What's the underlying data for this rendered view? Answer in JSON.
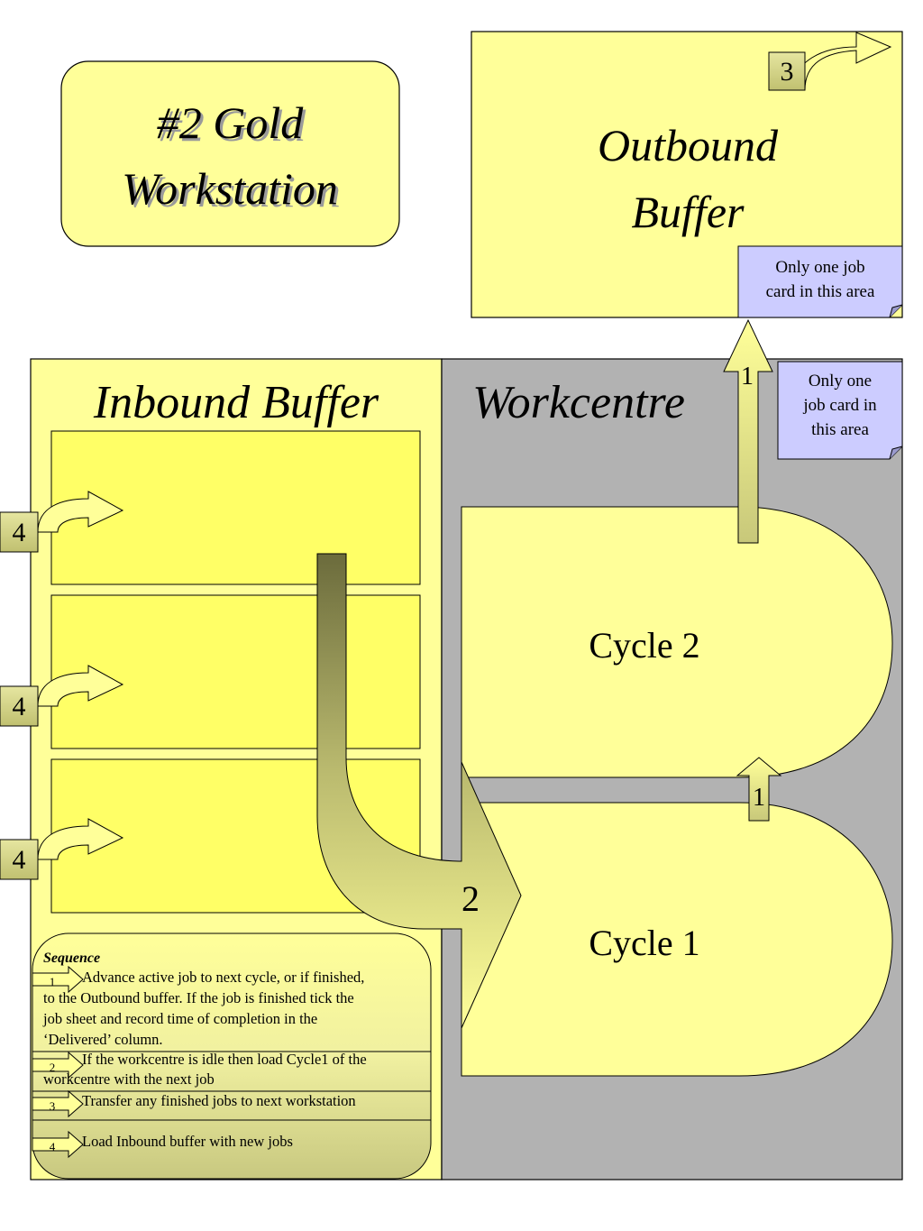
{
  "title_box": {
    "line1": "#2  Gold",
    "line2": "Workstation"
  },
  "outbound": {
    "line1": "Outbound",
    "line2": "Buffer",
    "arrow_label": "3"
  },
  "notes": {
    "outbound": {
      "line1": "Only one job",
      "line2": "card in this area"
    },
    "workcentre": {
      "line1": "Only one",
      "line2": "job card in",
      "line3": "this area"
    }
  },
  "inbound": {
    "heading": "Inbound Buffer",
    "arrow_labels": [
      "4",
      "4",
      "4"
    ]
  },
  "workcentre": {
    "heading": "Workcentre"
  },
  "cycles": {
    "cycle2": "Cycle 2",
    "cycle1": "Cycle 1"
  },
  "arrows": {
    "to_outbound": "1",
    "cycle1_to_cycle2": "1",
    "load": "2"
  },
  "sequence": {
    "title": "Sequence",
    "steps": [
      {
        "num": "1",
        "lines": [
          "Advance active job to next cycle, or if finished,",
          "to the Outbound buffer.  If the job is finished tick the",
          "job sheet and record time of completion in the",
          "‘Delivered’ column."
        ]
      },
      {
        "num": "2",
        "lines": [
          "If the workcentre is idle then load Cycle1  of the",
          "workcentre with the next job"
        ]
      },
      {
        "num": "3",
        "lines": [
          "Transfer any finished jobs to next workstation"
        ]
      },
      {
        "num": "4",
        "lines": [
          "Load Inbound buffer with new jobs"
        ]
      }
    ]
  },
  "colors": {
    "pale_yellow": "#ffff99",
    "bright_yellow": "#ffff66",
    "grey": "#b2b2b2",
    "note_lavender": "#ccccff",
    "olive": "#6b6b3c",
    "khaki": "#d6d68c"
  }
}
